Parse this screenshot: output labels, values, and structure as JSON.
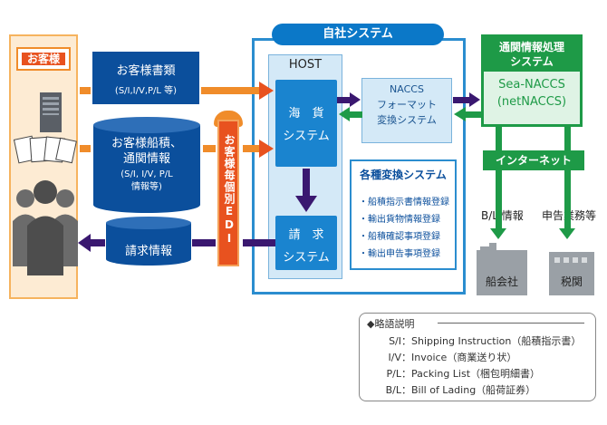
{
  "customer": {
    "label": "お客様"
  },
  "docs1": {
    "line1": "お客様書類",
    "line2": "(S/I,I/V,P/L 等)"
  },
  "docs2": {
    "line1": "お客様船積、",
    "line2": "通関情報",
    "line3": "(S/I, I/V, P/L",
    "line4": "情報等)"
  },
  "billing_info": "請求情報",
  "edi": "お客様毎個別EDI",
  "own_system": {
    "title": "自社システム",
    "host_label": "HOST",
    "kaika_line1": "海　貨",
    "kaika_line2": "システム",
    "seikyu_line1": "請　求",
    "seikyu_line2": "システム",
    "naccs_line1": "NACCS",
    "naccs_line2": "フォーマット",
    "naccs_line3": "変換システム",
    "conv_title": "各種変換システム",
    "conv_items": [
      "・船積指示書情報登録",
      "・輸出貨物情報登録",
      "・船積確認事項登録",
      "・輸出申告事項登録"
    ]
  },
  "customs_system": {
    "title_line1": "通関情報処理",
    "title_line2": "システム",
    "name_line1": "Sea-NACCS",
    "name_line2": "(netNACCS)"
  },
  "internet": "インターネット",
  "bl_info": "B/L 情報",
  "declaration": "申告業務等",
  "shipping_company": "船会社",
  "customs_office": "税関",
  "legend": {
    "title": "◆略語説明",
    "items": [
      {
        "abbr": "S/I",
        "text": "Shipping Instruction（船積指示書）"
      },
      {
        "abbr": "I/V",
        "text": "Invoice（商業送り状）"
      },
      {
        "abbr": "P/L",
        "text": "Packing List（梱包明細書）"
      },
      {
        "abbr": "B/L",
        "text": "Bill of Lading（船荷証券）"
      }
    ]
  },
  "colors": {
    "navy": "#0b4f9c",
    "blue": "#1a84cf",
    "orange": "#e8521f",
    "green": "#1e9a47",
    "purple": "#3a1870"
  }
}
